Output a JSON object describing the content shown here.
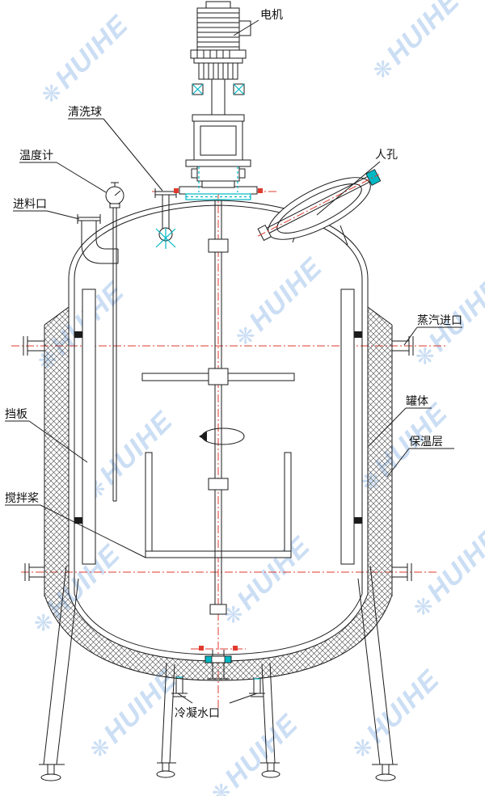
{
  "diagram": {
    "labels": {
      "motor": "电机",
      "cleaning_ball": "清洗球",
      "thermometer": "温度计",
      "feed_inlet": "进料口",
      "manhole": "人孔",
      "steam_inlet": "蒸汽进口",
      "tank_body": "罐体",
      "insulation": "保温层",
      "baffle": "挡板",
      "agitator": "搅拌桨",
      "condensate_outlet": "冷凝水口"
    }
  },
  "watermark": {
    "text": "HUIHE",
    "symbol": "❋"
  },
  "colors": {
    "line": "#1b1b1b",
    "centerline": "#e03a2e",
    "accent": "#00b8c4",
    "wm": "#a9c9ee"
  }
}
